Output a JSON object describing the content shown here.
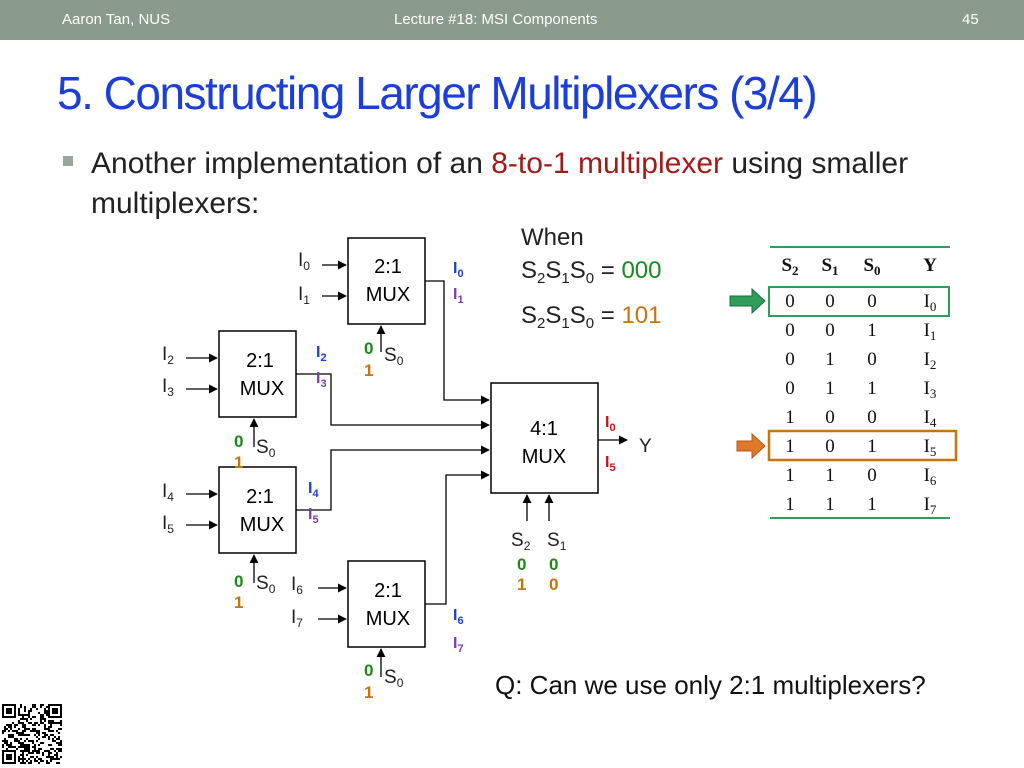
{
  "header": {
    "author": "Aaron Tan, NUS",
    "lecture": "Lecture #18: MSI Components",
    "page": "45"
  },
  "title": "5. Constructing Larger Multiplexers (3/4)",
  "bullet": {
    "pre": "Another implementation of an ",
    "highlight": "8-to-1 multiplexer",
    "post": " using smaller multiplexers:"
  },
  "when": {
    "label": "When",
    "case1_value": "000",
    "case2_value": "101",
    "case1_color": "#1a8a1a",
    "case2_color": "#c8740c"
  },
  "truth_table": {
    "headers": [
      "S2",
      "S1",
      "S0",
      "Y"
    ],
    "rows": [
      [
        "0",
        "0",
        "0",
        "I0"
      ],
      [
        "0",
        "0",
        "1",
        "I1"
      ],
      [
        "0",
        "1",
        "0",
        "I2"
      ],
      [
        "0",
        "1",
        "1",
        "I3"
      ],
      [
        "1",
        "0",
        "0",
        "I4"
      ],
      [
        "1",
        "0",
        "1",
        "I5"
      ],
      [
        "1",
        "1",
        "0",
        "I6"
      ],
      [
        "1",
        "1",
        "1",
        "I7"
      ]
    ],
    "highlight_rows": [
      0,
      5
    ]
  },
  "mux": {
    "label_21": "2:1",
    "label_41": "4:1",
    "label_mux": "MUX",
    "output": "Y"
  },
  "colors": {
    "green": "#1a8a1a",
    "orange": "#c8740c",
    "blue": "#1b3fd8",
    "purple": "#7a3fa8",
    "red": "#c0141a",
    "arrow_green": "#2f9e5b",
    "arrow_orange": "#e0782a"
  },
  "question": "Q: Can we use only 2:1 multiplexers?"
}
